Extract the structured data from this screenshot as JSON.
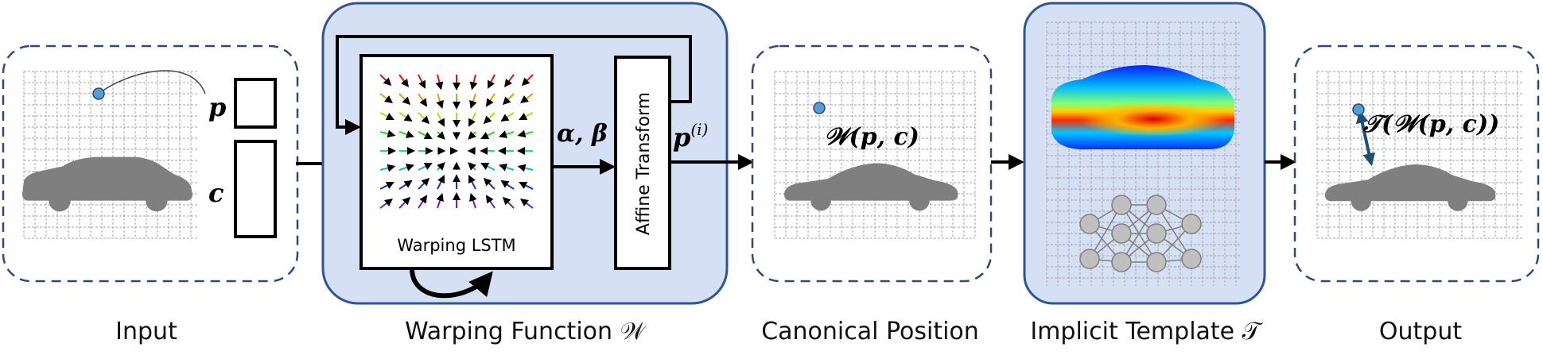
{
  "panels": {
    "input": {
      "caption": "Input",
      "p_label": "p",
      "c_label": "c"
    },
    "warping": {
      "caption": "Warping Function 𝒲",
      "lstm_label": "Warping LSTM",
      "affine_label": "Affine Transform",
      "alpha_beta_label": "α, β",
      "p_i_label": "p(i)"
    },
    "canonical": {
      "caption": "Canonical Position",
      "formula": "𝒲(p, c)"
    },
    "template": {
      "caption": "Implicit Template 𝒯"
    },
    "output": {
      "caption": "Output",
      "formula": "𝒯(𝒲(p, c))"
    }
  },
  "colors": {
    "dashed_border": "#2e4a7d",
    "panel_fill": "#d6e0f5",
    "panel_border": "#2f5597",
    "car": "#7f7f7f",
    "grid": "#a6a6a6",
    "point": "#5b9bd5",
    "point_outline": "#1f4e79",
    "output_arrow": "#1f4e79"
  }
}
